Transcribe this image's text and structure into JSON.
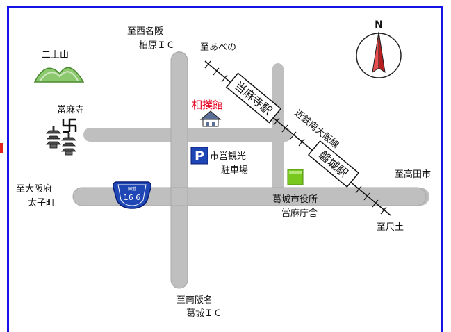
{
  "labels": {
    "nishimeihan_1": "至西名阪",
    "nishimeihan_2": "柏原ＩＣ",
    "abeno": "至あべの",
    "futakami": "二上山",
    "taimadera": "當麻寺",
    "sumo_hall": "相撲館",
    "parking_1": "市営観光",
    "parking_2": "駐車場",
    "parking_mark": "P",
    "kintetsu": "近鉄南大阪線",
    "station_taimadera": "当麻寺駅",
    "station_iwaki": "磐城駅",
    "takada": "至高田市",
    "osakafu_1": "至大阪府",
    "osakafu_2": "太子町",
    "route_small": "国道",
    "route_number": "16 6",
    "city_hall_1": "葛城市役所",
    "city_hall_2": "當麻庁舎",
    "shakudo": "至尺土",
    "minamihanna_1": "至南阪名",
    "minamihanna_2": "葛城ＩＣ",
    "north": "N"
  },
  "colors": {
    "frame": "#1414e6",
    "road": "#c8c8c8",
    "accent": "#e6001e",
    "route_shield": "#1e46b4",
    "city_hall_marker": "#78c81e",
    "hill": "#8cc86e"
  },
  "icons": {
    "temple": "pagoda-icon",
    "temple_symbol": "manji-icon",
    "sumo_hall": "building-icon",
    "compass": "compass-icon",
    "parking": "parking-icon"
  }
}
